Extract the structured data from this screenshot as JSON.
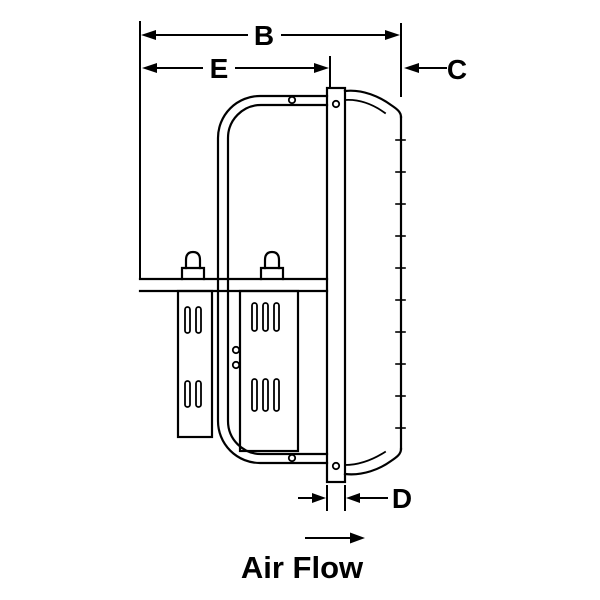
{
  "diagram": {
    "type": "technical-dimension-drawing",
    "labels": {
      "b": "B",
      "e": "E",
      "c": "C",
      "d": "D"
    },
    "air_flow_label": "Air Flow",
    "colors": {
      "line": "#000000",
      "background": "#ffffff"
    }
  }
}
